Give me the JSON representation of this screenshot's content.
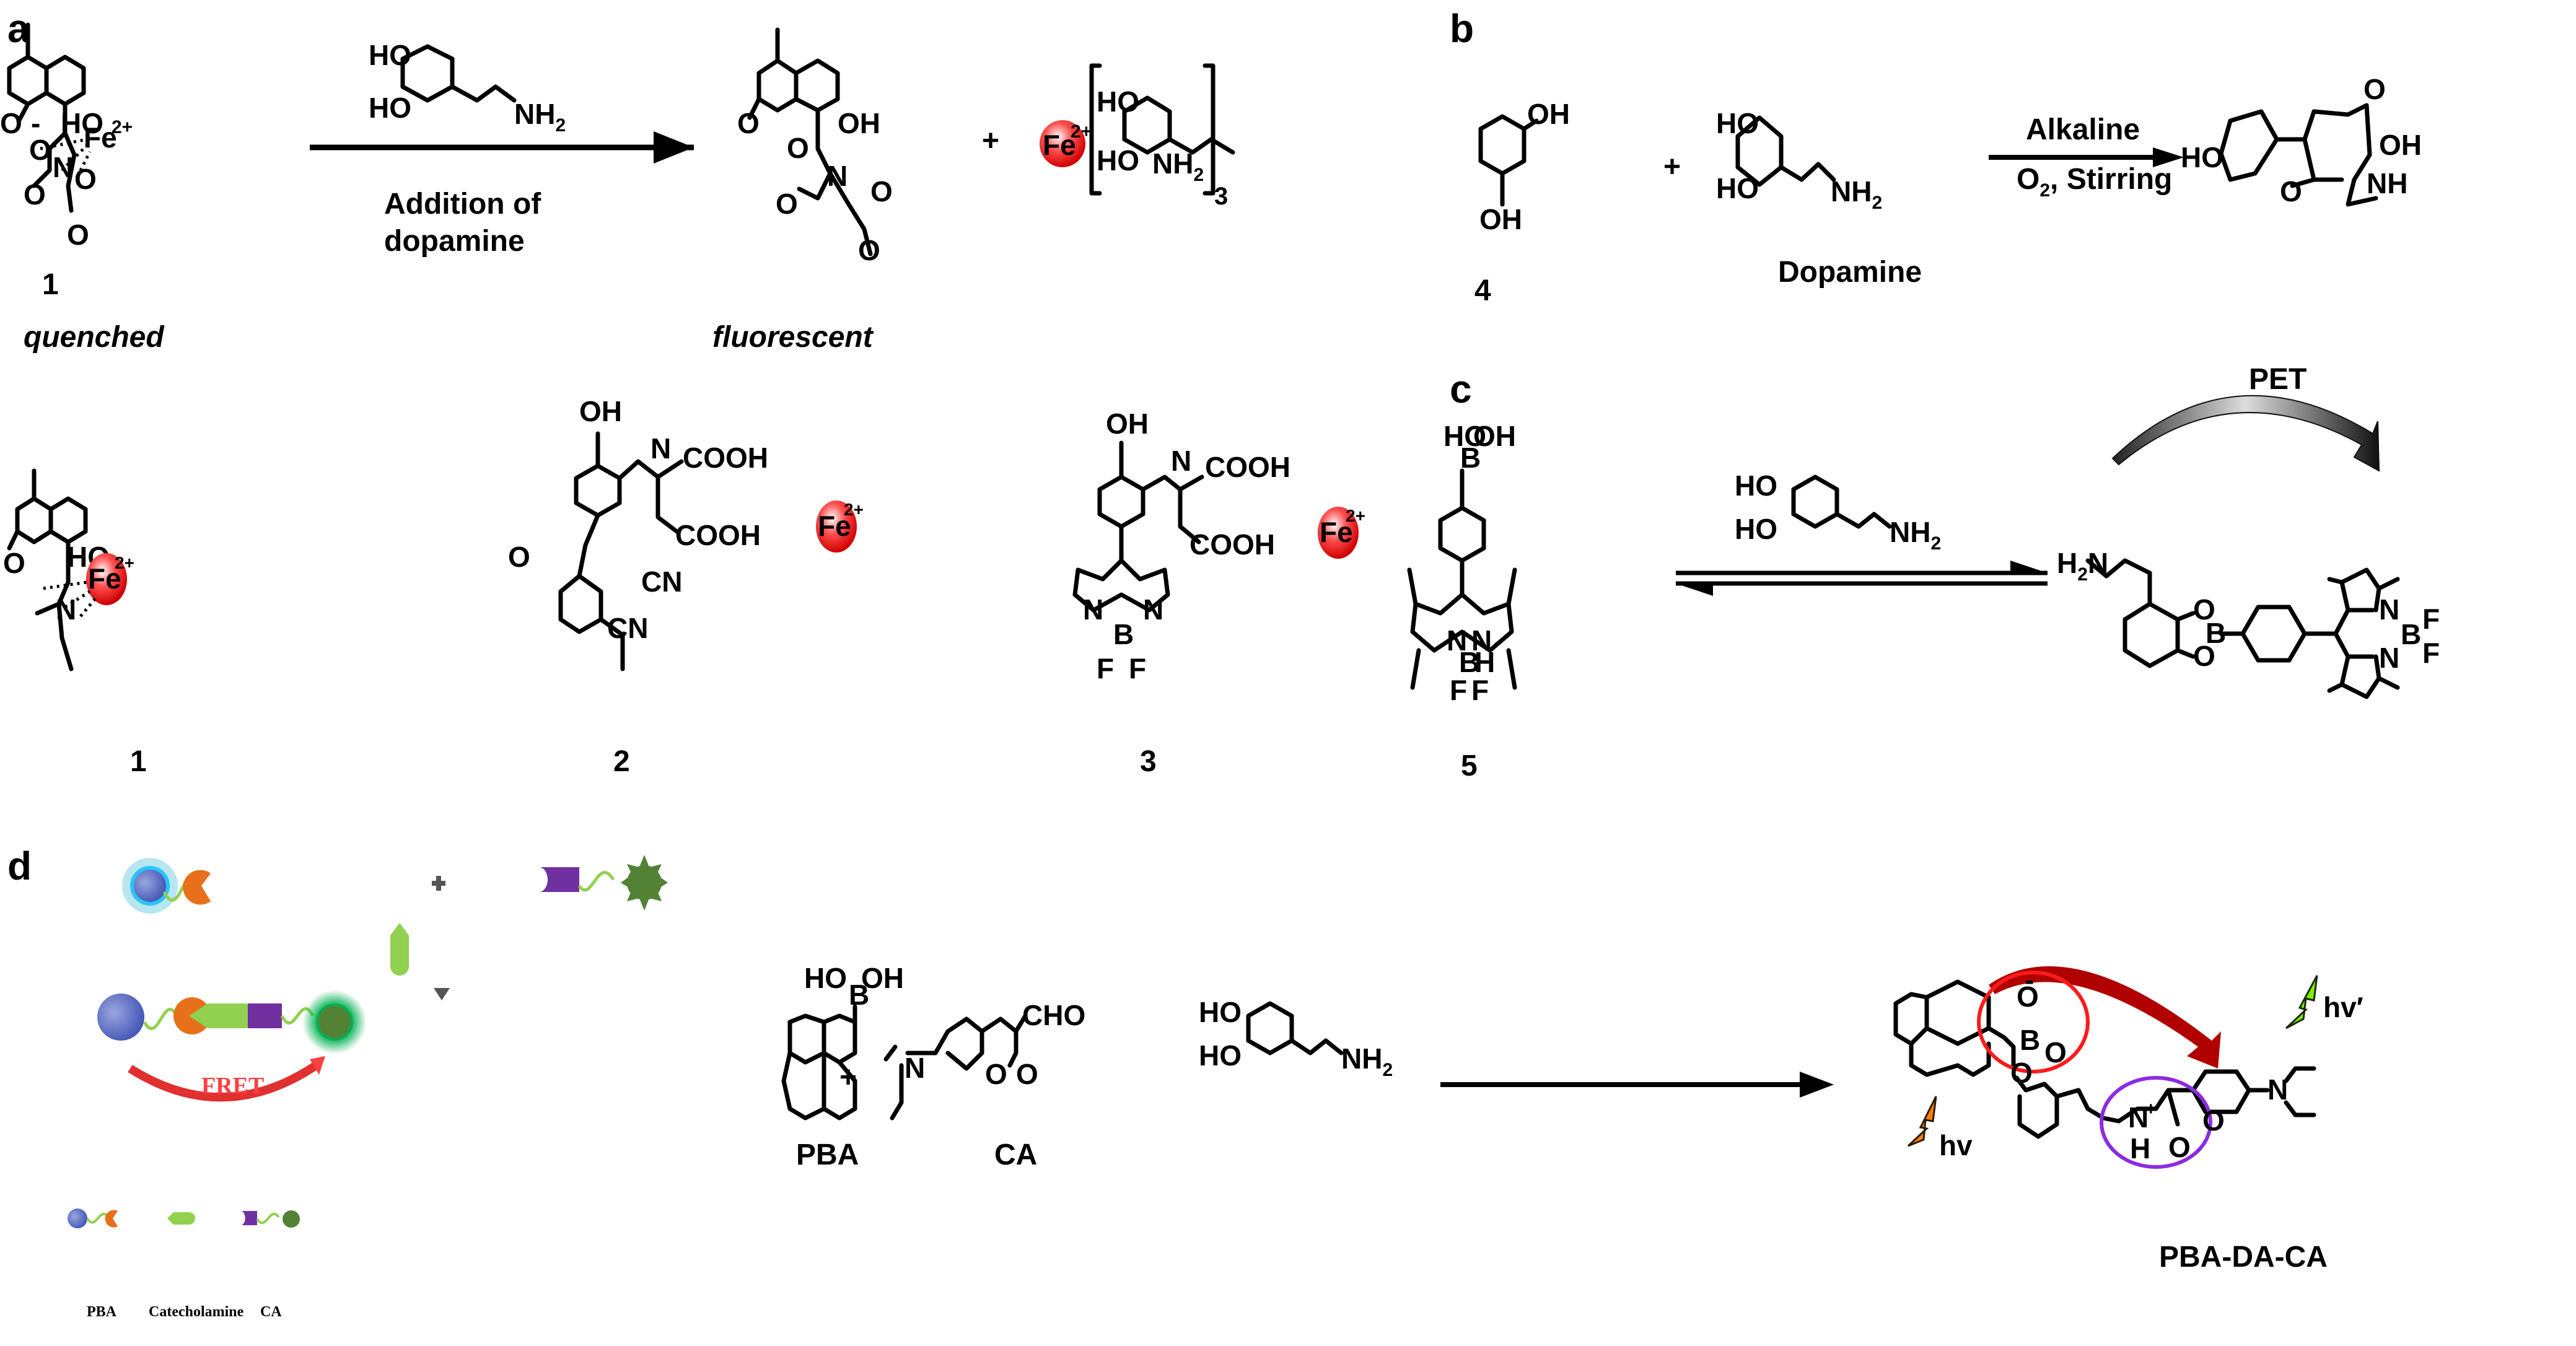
{
  "panels": {
    "a": {
      "label": "a",
      "reagent": {
        "ho_top": "HO",
        "ho_bottom": "HO",
        "amine": "NH",
        "amine_sub": "2"
      },
      "arrow_label_line1": "Addition of",
      "arrow_label_line2": "dopamine",
      "reactant": {
        "number": "1",
        "state": "quenched",
        "atoms": {
          "carbonyl_o": "O",
          "ho": "HO",
          "metal": "Fe",
          "metal_charge": "2+",
          "o_minus": "O",
          "minus": "-",
          "n": "N",
          "o1": "O",
          "o2": "O",
          "o3": "O"
        }
      },
      "product": {
        "state": "fluorescent",
        "atoms": {
          "carbonyl_o": "O",
          "oh": "OH",
          "o_minus1": "O",
          "o_minus2": "O",
          "n": "N",
          "o1": "O",
          "o2": "O",
          "minus": "-"
        }
      },
      "plus": "+",
      "complex": {
        "metal": "Fe",
        "metal_charge": "2+",
        "ho_top": "HO",
        "ho_bottom": "HO",
        "amine": "NH",
        "amine_sub": "2",
        "subscript": "3"
      },
      "compounds": [
        {
          "number": "1",
          "atoms": {
            "o": "O",
            "ho": "HO",
            "metal": "Fe",
            "charge": "2+",
            "n": "N"
          }
        },
        {
          "number": "2",
          "atoms": {
            "oh": "OH",
            "n": "N",
            "cooh1": "COOH",
            "cooh2": "COOH",
            "metal": "Fe",
            "charge": "2+",
            "o": "O",
            "cn1": "CN",
            "cn2": "CN"
          }
        },
        {
          "number": "3",
          "atoms": {
            "oh": "OH",
            "n": "N",
            "cooh1": "COOH",
            "cooh2": "COOH",
            "metal": "Fe",
            "charge": "2+",
            "n1": "N",
            "n2": "N",
            "b": "B",
            "f1": "F",
            "f2": "F"
          }
        }
      ]
    },
    "b": {
      "label": "b",
      "reactant": {
        "number": "4",
        "oh_top": "OH",
        "oh_bottom": "OH"
      },
      "plus": "+",
      "dopamine": {
        "name": "Dopamine",
        "ho_top": "HO",
        "ho_bottom": "HO",
        "amine": "NH",
        "amine_sub": "2"
      },
      "arrow_label_top": "Alkaline",
      "arrow_label_bottom_o": "O",
      "arrow_label_bottom_sub": "2",
      "arrow_label_bottom_rest": ", Stirring",
      "product": {
        "ho": "HO",
        "o_ring": "O",
        "o_keto": "O",
        "oh": "OH",
        "nh": "NH"
      }
    },
    "c": {
      "label": "c",
      "pet_label": "PET",
      "reactant": {
        "number": "5",
        "ho": "HO",
        "b": "B",
        "oh": "OH",
        "n1": "N",
        "n2": "N",
        "b2": "B",
        "h": "H",
        "f1": "F",
        "f2": "F"
      },
      "dopamine": {
        "ho_top": "HO",
        "ho_bottom": "HO",
        "amine": "NH",
        "amine_sub": "2"
      },
      "product": {
        "amine": "H",
        "amine_sub": "2",
        "amine_n": "N",
        "o1": "O",
        "o2": "O",
        "b": "B",
        "n1": "N",
        "n2": "N",
        "b2": "B",
        "f1": "F",
        "f2": "F"
      }
    },
    "d": {
      "label": "d",
      "cartoon": {
        "plus": "+",
        "fret_label": "FRET",
        "legend": [
          {
            "label": "PBA",
            "icon": "pba-donor-icon"
          },
          {
            "label": "Catecholamine",
            "icon": "catecholamine-icon"
          },
          {
            "label": "CA",
            "icon": "ca-acceptor-icon"
          }
        ],
        "colors": {
          "donor_blue": "#4a5bbf",
          "donor_glow": "#29c5f6",
          "receptor_orange": "#e8701a",
          "catechol_green": "#92d050",
          "linker_purple": "#7030a0",
          "acceptor_green": "#548235",
          "acceptor_glow": "#00b050",
          "fret_red": "#e03030"
        }
      },
      "scheme": {
        "pba": {
          "name": "PBA",
          "ho": "HO",
          "b": "B",
          "oh": "OH"
        },
        "plus": "+",
        "ca": {
          "name": "CA",
          "cho": "CHO",
          "n": "N",
          "o_ring": "O",
          "o_keto": "O"
        },
        "dopamine": {
          "ho_top": "HO",
          "ho_bottom": "HO",
          "amine": "NH",
          "amine_sub": "2"
        },
        "product": {
          "name": "PBA-DA-CA",
          "o_minus": "O",
          "minus": "-",
          "b": "B",
          "o1": "O",
          "o2": "O",
          "n_plus": "N",
          "plus": "+",
          "h": "H",
          "o_ring": "O",
          "o_keto": "O",
          "n": "N",
          "hv": "hv",
          "hv_prime": "hv′"
        },
        "colors": {
          "boron_circle": "#ff1a1a",
          "iminium_circle": "#8b2be2",
          "transfer_arrow": "#b00000",
          "hv_orange": "#ff8000",
          "hv_green": "#7ff000"
        }
      }
    }
  }
}
